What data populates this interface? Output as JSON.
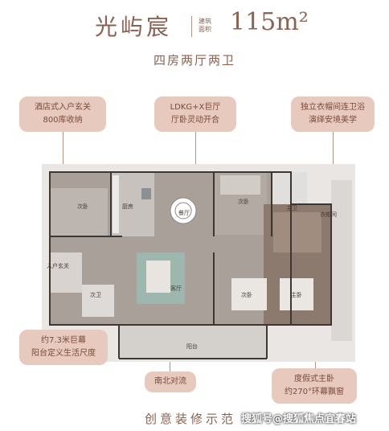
{
  "title": {
    "name": "光屿宸",
    "small_line1": "建筑",
    "small_line2": "面积",
    "area": "115m²"
  },
  "subtitle": "四房两厅两卫",
  "callouts": {
    "top_left": [
      "酒店式入户玄关",
      "800库收纳"
    ],
    "top_mid": [
      "LDKG+X巨厅",
      "厅卧灵动开合"
    ],
    "top_right": [
      "独立衣帽间连卫浴",
      "演绎安境美学"
    ],
    "bottom_left": [
      "约7.3米巨幕",
      "阳台定义生活尺度"
    ],
    "bottom_mid": [
      "南北对流"
    ],
    "bottom_right": [
      "度假式主卧",
      "约270°环幕飘窗"
    ]
  },
  "rooms": {
    "ciwo_left": "次卧",
    "chufang": "厨房",
    "canting": "餐厅",
    "ciwo_top": "次卧",
    "zhuwei": "主卫",
    "yimaojian": "衣帽间",
    "ruhu": "入户玄关",
    "keting": "客厅",
    "ciwei": "次卫",
    "ciwo_mid": "次卧",
    "zhuwo": "主卧",
    "yangtai": "阳台"
  },
  "caption": "创意装修示范",
  "watermark": "搜狐号@搜狐焦点宜春站"
}
